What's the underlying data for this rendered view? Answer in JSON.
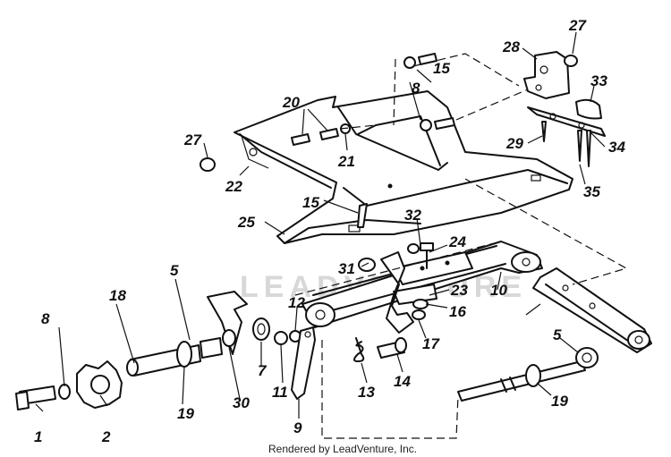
{
  "credit": "Rendered by LeadVenture, Inc.",
  "watermark": "LEADVENTURE",
  "callouts": [
    "1",
    "2",
    "5",
    "7",
    "8",
    "9",
    "10",
    "11",
    "12",
    "13",
    "14",
    "15",
    "16",
    "17",
    "18",
    "19",
    "20",
    "21",
    "22",
    "23",
    "24",
    "25",
    "27",
    "28",
    "29",
    "30",
    "31",
    "32",
    "33",
    "34",
    "35"
  ],
  "repeated_callouts": [
    "5",
    "8",
    "15",
    "19",
    "27"
  ]
}
